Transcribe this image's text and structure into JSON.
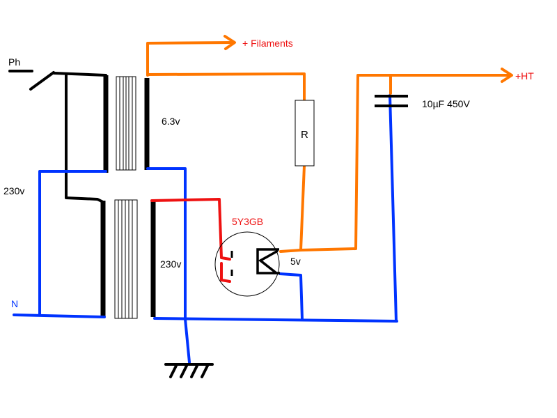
{
  "labels": {
    "phase": "Ph",
    "neutral": "N",
    "mains_voltage": "230v",
    "filament_voltage": "6.3v",
    "ht_secondary_voltage": "230v",
    "rectifier_heater_voltage": "5v",
    "resistor": "R",
    "filaments": "+ Filaments",
    "ht": "+HT",
    "capacitor": "10µF 450V",
    "tube": "5Y3GB"
  },
  "colors": {
    "black": "#000000",
    "blue": "#0033ff",
    "orange": "#ff7700",
    "red": "#ee1111",
    "tube_label": "#ee1111",
    "arrow_label": "#ee1111",
    "neutral_label": "#0033ff"
  }
}
